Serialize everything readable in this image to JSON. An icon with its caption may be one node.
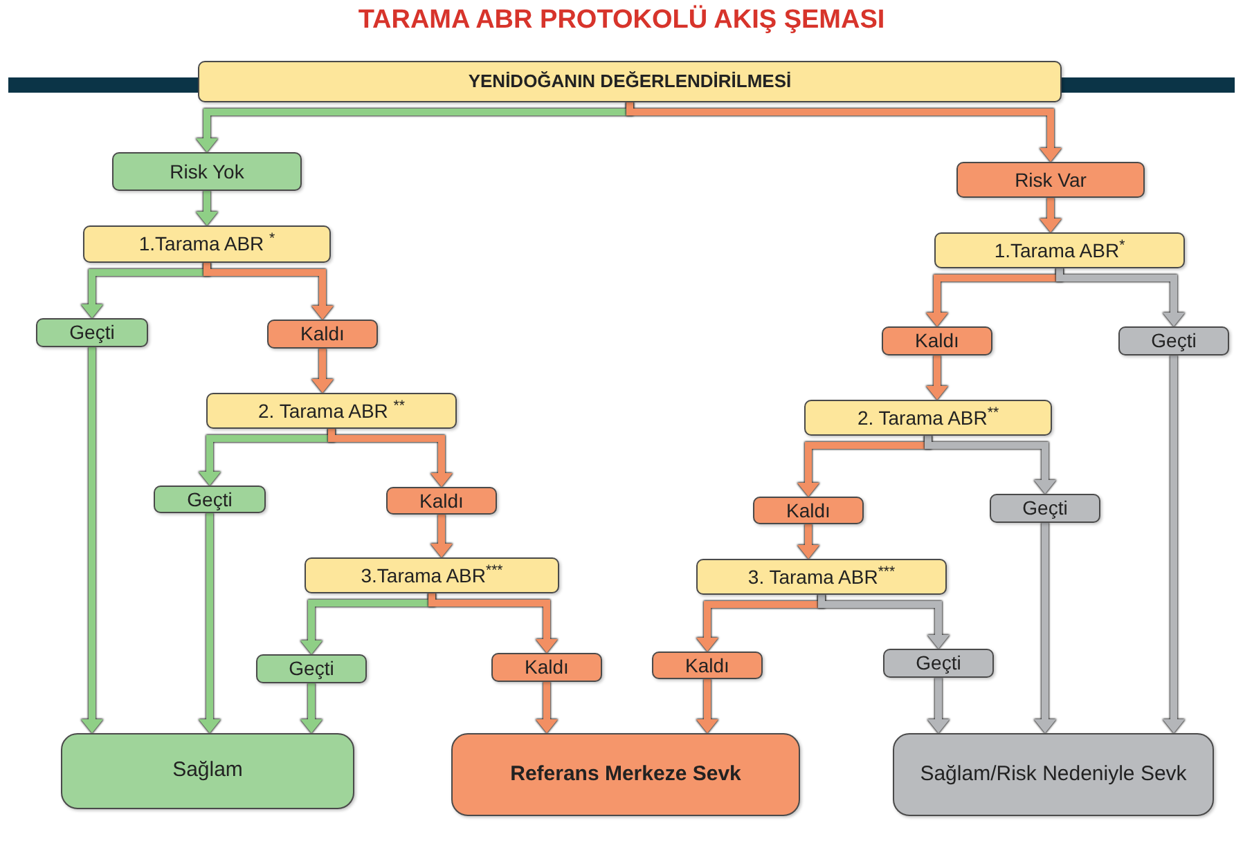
{
  "diagram": {
    "title": "TARAMA ABR PROTOKOLÜ AKIŞ ŞEMASI",
    "nodes": [
      {
        "text": [
          "YENİDOĞANIN DEĞERLENDİRİLMESİ"
        ]
      },
      {
        "text": [
          "Risk Yok"
        ]
      },
      {
        "text": [
          "1.Tarama ABR $^{*}$"
        ]
      },
      {
        "text": [
          "Geçti"
        ]
      },
      {
        "text": [
          "Kaldı"
        ]
      },
      {
        "text": [
          "2. Tarama ABR $^{**}$"
        ]
      },
      {
        "text": [
          "Geçti"
        ]
      },
      {
        "text": [
          "Kaldı"
        ]
      },
      {
        "text": [
          "3.Tarama ABR$^{***}$"
        ]
      },
      {
        "text": [
          "Geçti"
        ]
      },
      {
        "text": [
          "Kaldı"
        ]
      },
      {
        "text": [
          "Risk Var"
        ]
      },
      {
        "text": [
          "1.Tarama ABR$^{*}$"
        ]
      },
      {
        "text": [
          "Kaldı"
        ]
      },
      {
        "text": [
          "Geçti"
        ]
      },
      {
        "text": [
          "2. Tarama ABR$^{**}$"
        ]
      },
      {
        "text": [
          "Kaldı"
        ]
      },
      {
        "text": [
          "Geçti"
        ]
      },
      {
        "text": [
          "3. Tarama ABR$^{***}$"
        ]
      },
      {
        "text": [
          "Kaldı"
        ]
      },
      {
        "text": [
          "Geçti"
        ]
      },
      {
        "text": [
          "Sağlam"
        ]
      },
      {
        "text": [
          "Referans Merkeze Sevk"
        ]
      },
      {
        "text": [
          "Sağlam/Risk Nedeniyle Sevk"
        ]
      }
    ],
    "edges": [
      {
        "from": 0,
        "to": 1,
        "arrow": "to",
        "color": "#8fcf86"
      },
      {
        "from": 0,
        "to": 11,
        "arrow": "to"
      },
      {
        "from": 1,
        "to": 2,
        "arrow": "to",
        "color": "#8fcf86"
      },
      {
        "from": 2,
        "to": 3,
        "arrow": "to",
        "color": "#8fcf86"
      },
      {
        "from": 2,
        "to": 4,
        "arrow": "to"
      },
      {
        "from": 3,
        "to": 21,
        "arrow": "to",
        "color": "#8fcf86"
      },
      {
        "from": 4,
        "to": 5,
        "arrow": "to"
      },
      {
        "from": 5,
        "to": 6,
        "arrow": "to",
        "color": "#8fcf86"
      },
      {
        "from": 5,
        "to": 7,
        "arrow": "to"
      },
      {
        "from": 6,
        "to": 21,
        "arrow": "to",
        "color": "#8fcf86"
      },
      {
        "from": 7,
        "to": 8,
        "arrow": "to"
      },
      {
        "from": 8,
        "to": 9,
        "arrow": "to",
        "color": "#8fcf86"
      },
      {
        "from": 8,
        "to": 10,
        "arrow": "to"
      },
      {
        "from": 9,
        "to": 21,
        "arrow": "to",
        "color": "#8fcf86"
      },
      {
        "from": 10,
        "to": 22,
        "arrow": "to"
      },
      {
        "from": 11,
        "to": 12,
        "arrow": "to"
      },
      {
        "from": 12,
        "to": 13,
        "arrow": "to"
      },
      {
        "from": 12,
        "to": 14,
        "arrow": "to",
        "color": "#b4b6b9"
      },
      {
        "from": 13,
        "to": 15,
        "arrow": "to"
      },
      {
        "from": 14,
        "to": 23,
        "arrow": "to",
        "color": "#b4b6b9"
      },
      {
        "from": 15,
        "to": 16,
        "arrow": "to"
      },
      {
        "from": 15,
        "to": 17,
        "arrow": "to",
        "color": "#b4b6b9"
      },
      {
        "from": 16,
        "to": 18,
        "arrow": "to"
      },
      {
        "from": 17,
        "to": 23,
        "arrow": "to",
        "color": "#b4b6b9"
      },
      {
        "from": 18,
        "to": 19,
        "arrow": "to"
      },
      {
        "from": 18,
        "to": 20,
        "arrow": "to",
        "color": "#b4b6b9"
      },
      {
        "from": 19,
        "to": 22,
        "arrow": "to"
      },
      {
        "from": 20,
        "to": 23,
        "arrow": "to",
        "color": "#b4b6b9"
      }
    ]
  }
}
